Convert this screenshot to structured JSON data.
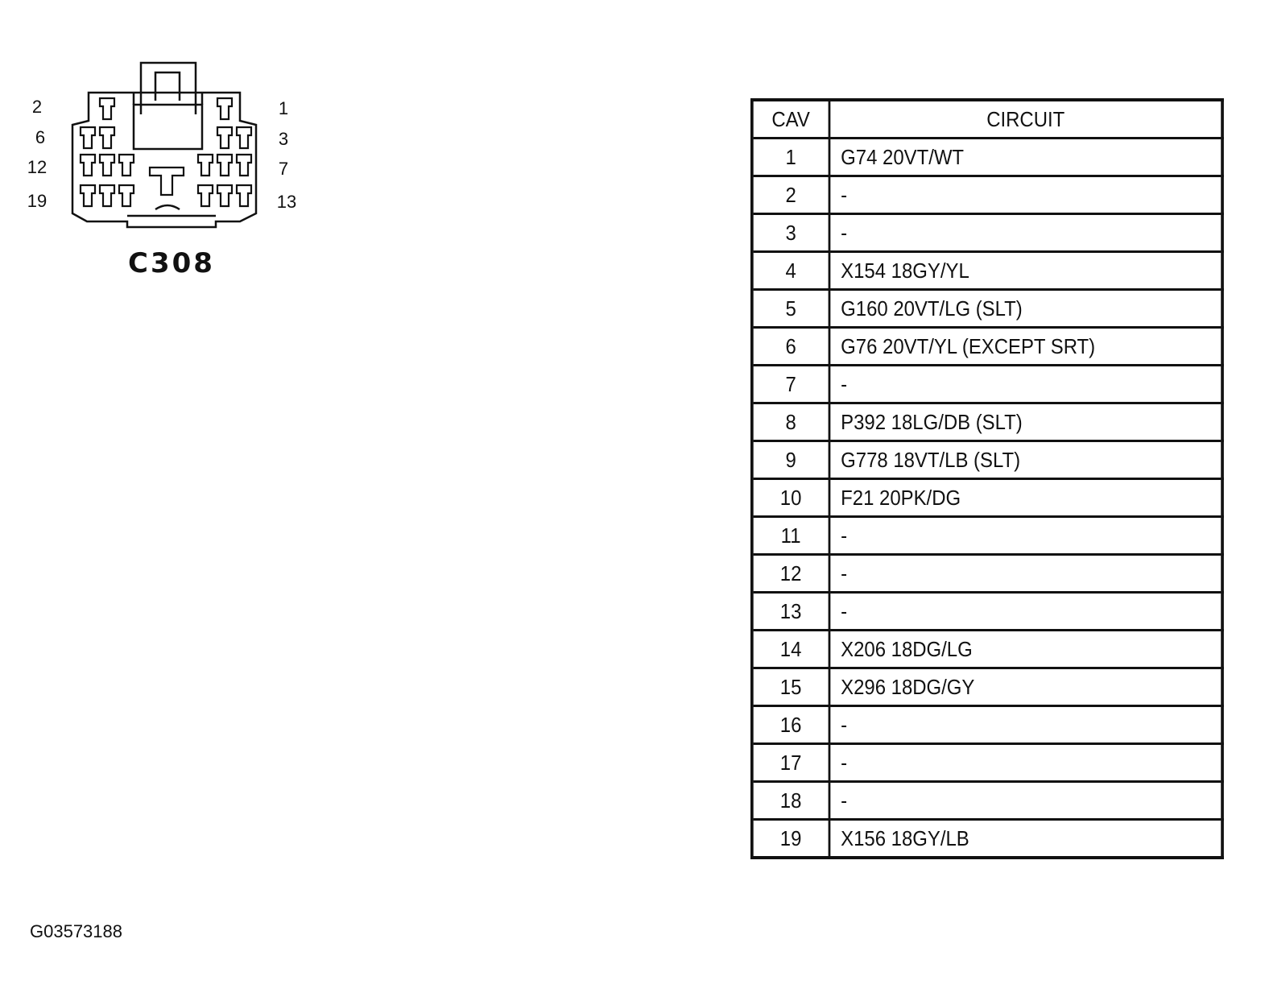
{
  "connector": {
    "name": "C308",
    "pin_labels_left": [
      "2",
      "6",
      "12",
      "19"
    ],
    "pin_labels_right": [
      "1",
      "3",
      "7",
      "13"
    ]
  },
  "table": {
    "headers": {
      "cav": "CAV",
      "circuit": "CIRCUIT"
    },
    "rows": [
      {
        "cav": "1",
        "circuit": "G74 20VT/WT"
      },
      {
        "cav": "2",
        "circuit": "-"
      },
      {
        "cav": "3",
        "circuit": "-"
      },
      {
        "cav": "4",
        "circuit": "X154 18GY/YL"
      },
      {
        "cav": "5",
        "circuit": "G160 20VT/LG (SLT)"
      },
      {
        "cav": "6",
        "circuit": "G76 20VT/YL (EXCEPT SRT)"
      },
      {
        "cav": "7",
        "circuit": "-"
      },
      {
        "cav": "8",
        "circuit": "P392 18LG/DB (SLT)"
      },
      {
        "cav": "9",
        "circuit": "G778 18VT/LB (SLT)"
      },
      {
        "cav": "10",
        "circuit": "F21 20PK/DG"
      },
      {
        "cav": "11",
        "circuit": "-"
      },
      {
        "cav": "12",
        "circuit": "-"
      },
      {
        "cav": "13",
        "circuit": "-"
      },
      {
        "cav": "14",
        "circuit": "X206 18DG/LG"
      },
      {
        "cav": "15",
        "circuit": "X296 18DG/GY"
      },
      {
        "cav": "16",
        "circuit": "-"
      },
      {
        "cav": "17",
        "circuit": "-"
      },
      {
        "cav": "18",
        "circuit": "-"
      },
      {
        "cav": "19",
        "circuit": "X156 18GY/LB"
      }
    ]
  },
  "figure_id": "G03573188"
}
